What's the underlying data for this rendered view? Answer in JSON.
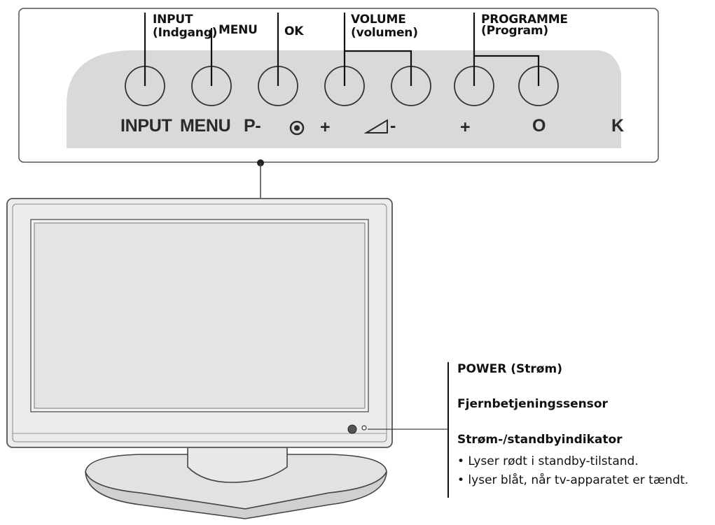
{
  "top_labels": {
    "input": "INPUT",
    "input_sub": "(Indgang)",
    "menu": "MENU",
    "ok": "OK",
    "volume": "VOLUME",
    "volume_sub": "(volumen)",
    "programme": "PROGRAMME",
    "programme_sub": "(Program)"
  },
  "panel_markings": {
    "input": "INPUT",
    "menu": "MENU",
    "p_minus": "P-",
    "ok_symbol_icon": "circle-dot-icon",
    "vol_plus": "+",
    "vol_minus": "-",
    "vol_icon": "volume-wedge-icon",
    "prog_plus": "+",
    "o": "O",
    "k": "K"
  },
  "side_labels": {
    "power": "POWER (Strøm)",
    "sensor": "Fjernbetjeningssensor",
    "indicator": "Strøm-/standbyindikator",
    "bullets": [
      "• Lyser rødt i standby-tilstand.",
      "• lyser blåt, når tv-apparatet er tændt."
    ]
  },
  "colors": {
    "panel_fill": "#d9d9d9",
    "tv_frame": "#ececec",
    "screen": "#e4e4e4",
    "stroke": "#444444"
  }
}
